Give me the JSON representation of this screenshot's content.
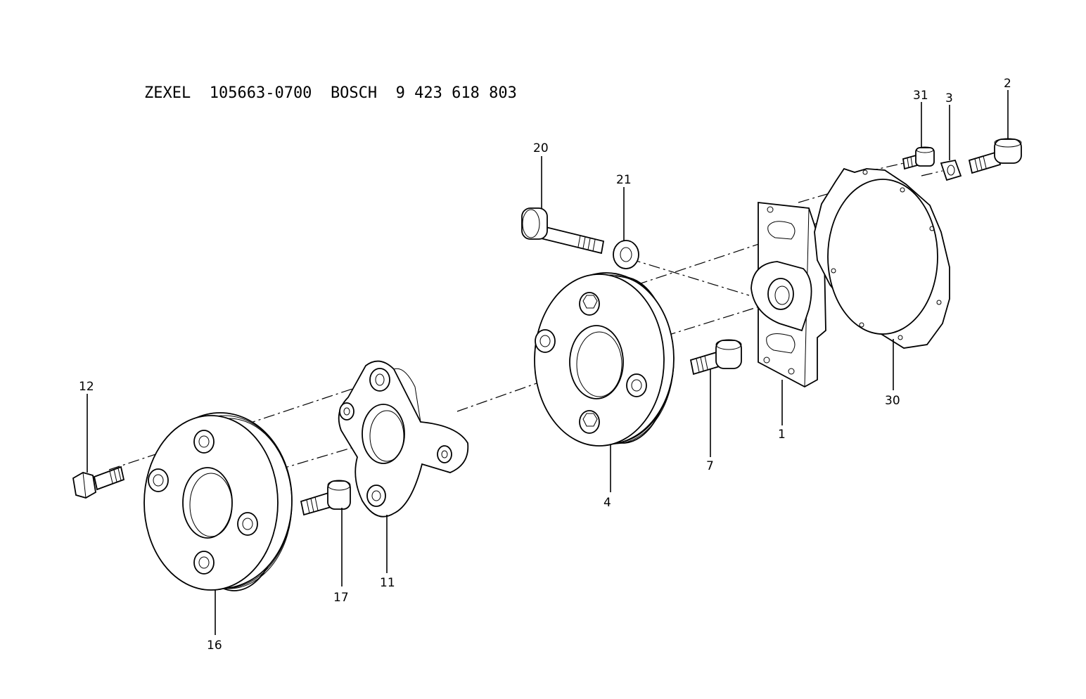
{
  "header": {
    "brand1": "ZEXEL",
    "part1": "105663-0700",
    "brand2": "BOSCH",
    "part2": "9 423 618 803"
  },
  "labels": [
    {
      "id": "l1",
      "text": "1"
    },
    {
      "id": "l2",
      "text": "2"
    },
    {
      "id": "l3",
      "text": "3"
    },
    {
      "id": "l4",
      "text": "4"
    },
    {
      "id": "l7",
      "text": "7"
    },
    {
      "id": "l11",
      "text": "11"
    },
    {
      "id": "l12",
      "text": "12"
    },
    {
      "id": "l16",
      "text": "16"
    },
    {
      "id": "l17",
      "text": "17"
    },
    {
      "id": "l20",
      "text": "20"
    },
    {
      "id": "l21",
      "text": "21"
    },
    {
      "id": "l30",
      "text": "30"
    },
    {
      "id": "l31",
      "text": "31"
    }
  ]
}
